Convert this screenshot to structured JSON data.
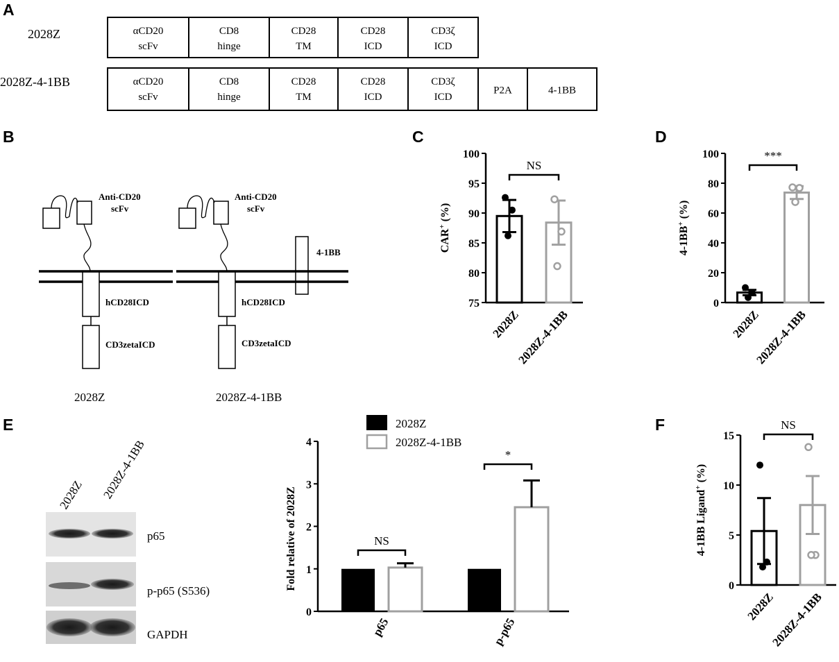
{
  "panels": {
    "A": "A",
    "B": "B",
    "C": "C",
    "D": "D",
    "E": "E",
    "F": "F"
  },
  "constructs": [
    {
      "name": "2028Z",
      "segments": [
        [
          "αCD20",
          "scFv"
        ],
        [
          "CD8",
          "hinge"
        ],
        [
          "CD28",
          "TM"
        ],
        [
          "CD28",
          "ICD"
        ],
        [
          "CD3ζ",
          "ICD"
        ]
      ]
    },
    {
      "name": "2028Z-4-1BB",
      "segments": [
        [
          "αCD20",
          "scFv"
        ],
        [
          "CD8",
          "hinge"
        ],
        [
          "CD28",
          "TM"
        ],
        [
          "CD28",
          "ICD"
        ],
        [
          "CD3ζ",
          "ICD"
        ],
        [
          "P2A"
        ],
        [
          "4-1BB"
        ]
      ]
    }
  ],
  "diagram": {
    "left": {
      "scfv_line1": "Anti-CD20",
      "scfv_line2": "scFv",
      "icd": "hCD28ICD",
      "zeta": "CD3zetaICD",
      "caption": "2028Z"
    },
    "right": {
      "scfv_line1": "Anti-CD20",
      "scfv_line2": "scFv",
      "icd": "hCD28ICD",
      "zeta": "CD3zetaICD",
      "bb": "4-1BB",
      "caption": "2028Z-4-1BB"
    }
  },
  "blot": {
    "lanes": [
      "2028Z",
      "2028Z-4-1BB"
    ],
    "rows": [
      "p65",
      "p-p65 (S536)",
      "GAPDH"
    ]
  },
  "colors": {
    "black_series": "#000000",
    "gray_series": "#a0a0a0"
  },
  "chart_data": [
    {
      "panel": "C",
      "type": "bar",
      "categories": [
        "2028Z",
        "2028Z-4-1BB"
      ],
      "values": [
        89.5,
        88.4
      ],
      "errors": [
        2.7,
        3.7
      ],
      "points": [
        [
          92.6,
          90.5,
          86.2
        ],
        [
          92.3,
          86.9,
          81.1
        ]
      ],
      "ylabel_main": "CAR",
      "ylabel_sup": "+",
      "ylabel_tail": " (%)",
      "ylim": [
        75,
        100
      ],
      "yticks": [
        75,
        80,
        85,
        90,
        95,
        100
      ],
      "significance": "NS"
    },
    {
      "panel": "D",
      "type": "bar",
      "categories": [
        "2028Z",
        "2028Z-4-1BB"
      ],
      "values": [
        6.7,
        73.7
      ],
      "errors": [
        1.8,
        4.3
      ],
      "points": [
        [
          10.0,
          6.5,
          3.4
        ],
        [
          77.2,
          76.8,
          67.4
        ]
      ],
      "ylabel_main": "4-1BB",
      "ylabel_sup": "+",
      "ylabel_tail": " (%)",
      "ylim": [
        0,
        100
      ],
      "yticks": [
        0,
        20,
        40,
        60,
        80,
        100
      ],
      "significance": "***"
    },
    {
      "panel": "E",
      "type": "bar",
      "categories": [
        "p65",
        "p-p65"
      ],
      "series": [
        {
          "name": "2028Z",
          "values": [
            1.0,
            1.0
          ],
          "errors": [
            0,
            0
          ]
        },
        {
          "name": "2028Z-4-1BB",
          "values": [
            1.03,
            2.45
          ],
          "errors": [
            0.1,
            0.63
          ]
        }
      ],
      "ylabel": "Fold relative of 2028Z",
      "ylim": [
        0,
        4
      ],
      "yticks": [
        0,
        1,
        2,
        3,
        4
      ],
      "significance": [
        "NS",
        "*"
      ],
      "legend": "top"
    },
    {
      "panel": "F",
      "type": "bar",
      "categories": [
        "2028Z",
        "2028Z-4-1BB"
      ],
      "values": [
        5.4,
        8.0
      ],
      "errors": [
        3.3,
        2.9
      ],
      "points": [
        [
          12.0,
          2.3,
          1.8
        ],
        [
          13.8,
          3.0,
          3.0
        ]
      ],
      "ylabel_main": "4-1BB Ligand",
      "ylabel_sup": "+",
      "ylabel_tail": " (%)",
      "ylim": [
        0,
        15
      ],
      "yticks": [
        0,
        5,
        10,
        15
      ],
      "significance": "NS"
    }
  ]
}
